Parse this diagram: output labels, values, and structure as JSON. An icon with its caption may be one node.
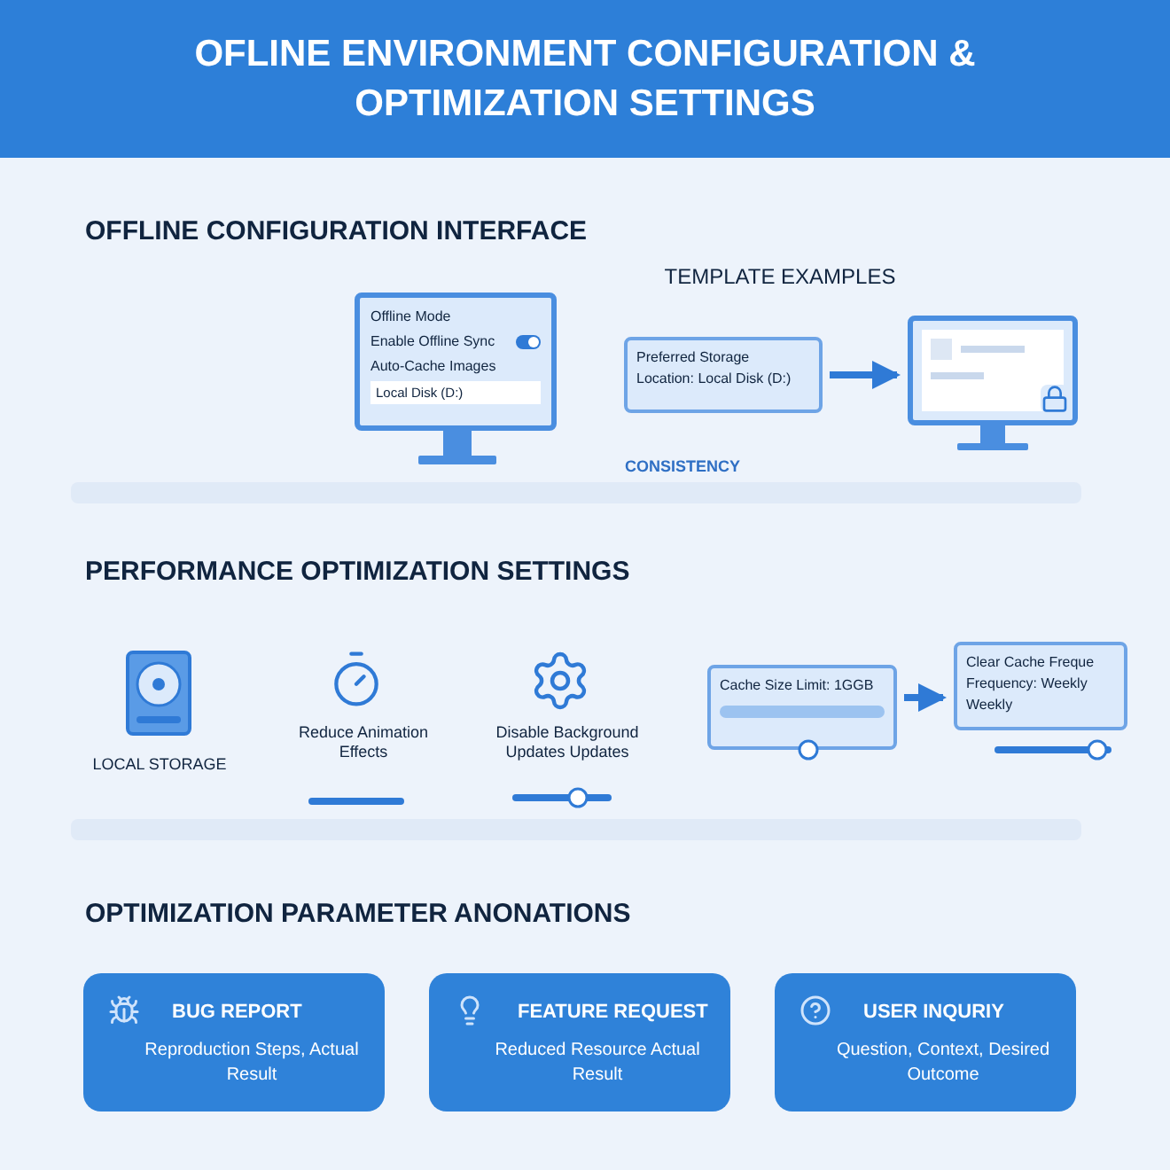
{
  "diagram": {
    "title": "OFLINE ENVIRONMENT CONFIGURATION & OPTIMIZATION SETTINGS",
    "nodes": [
      {
        "text": [
          "Offline Mode",
          "Enable Offline Sync",
          "Auto-Cache Images",
          "Local Disk (D:)"
        ]
      },
      {
        "text": [
          "Preferred Storage Location: Local Disk (D:)"
        ]
      },
      {
        "text": [],
        "shape": "picture"
      },
      {
        "text": [
          "Cache Size Limit: 1GGB"
        ]
      },
      {
        "text": [
          "Clear Cache Freque Frequency: Weekly Weekly"
        ]
      },
      {
        "text": [
          "BUG REPORT",
          "Reproduction Steps, Actual Result"
        ]
      },
      {
        "text": [
          "FEATURE REQUEST",
          "Reduced Resource Actual Result"
        ]
      },
      {
        "text": [
          "USER INQURIY",
          "Question, Context, Desired Outcome"
        ]
      }
    ],
    "edges": [
      {
        "from": 1,
        "to": 2,
        "arrow": "to"
      },
      {
        "from": 3,
        "to": 4,
        "arrow": "to"
      }
    ],
    "labels": [
      "OFFLINE CONFIGURATION INTERFACE",
      "TEMPLATE EXAMPLES",
      "CONSISTENCY",
      "PERFORMANCE OPTIMIZATION SETTINGS",
      "LOCAL STORAGE",
      "Reduce Animation Effects",
      "Disable Background Updates Updates",
      "OPTIMIZATION PARAMETER ANONATIONS"
    ]
  }
}
